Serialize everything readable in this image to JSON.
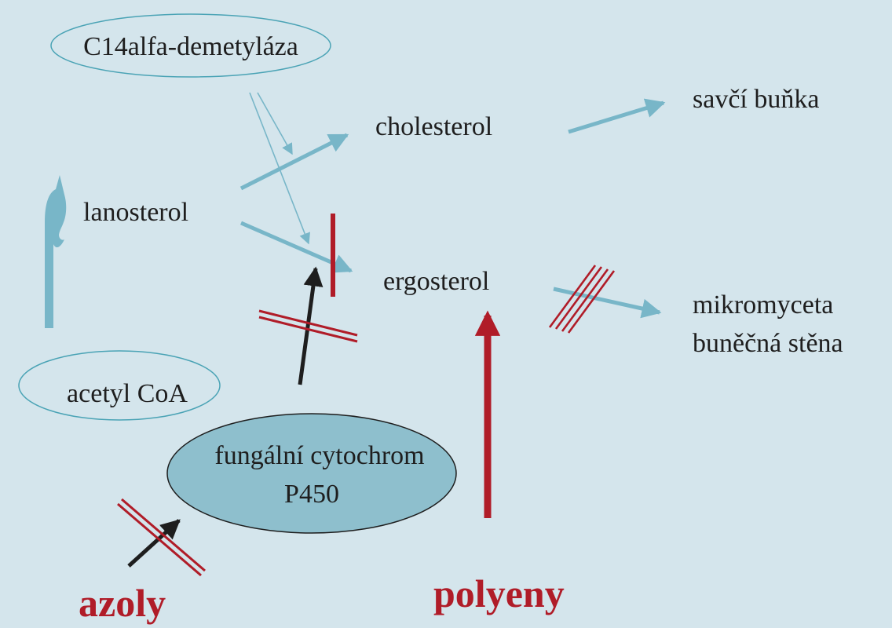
{
  "nodes": {
    "enzyme": "C14alfa-demetyláza",
    "cholesterol": "cholesterol",
    "mammal_cell": "savčí buňka",
    "lanosterol": "lanosterol",
    "ergosterol": "ergosterol",
    "fungus_line1": "mikromyceta",
    "fungus_line2": "buněčná stěna",
    "acetyl": "acetyl CoA",
    "cyp_line1": "fungální cytochrom",
    "cyp_line2": "P450"
  },
  "drugs": {
    "azoles": "azoly",
    "polyenes": "polyeny"
  },
  "colors": {
    "background": "#d4e5ec",
    "pathway_arrow": "#78b6c8",
    "inhibitor_red": "#b01c28",
    "enzyme_fill": "#8ebfcd",
    "outline": "#4aa3b5",
    "black_arrow": "#1e1e1e"
  }
}
